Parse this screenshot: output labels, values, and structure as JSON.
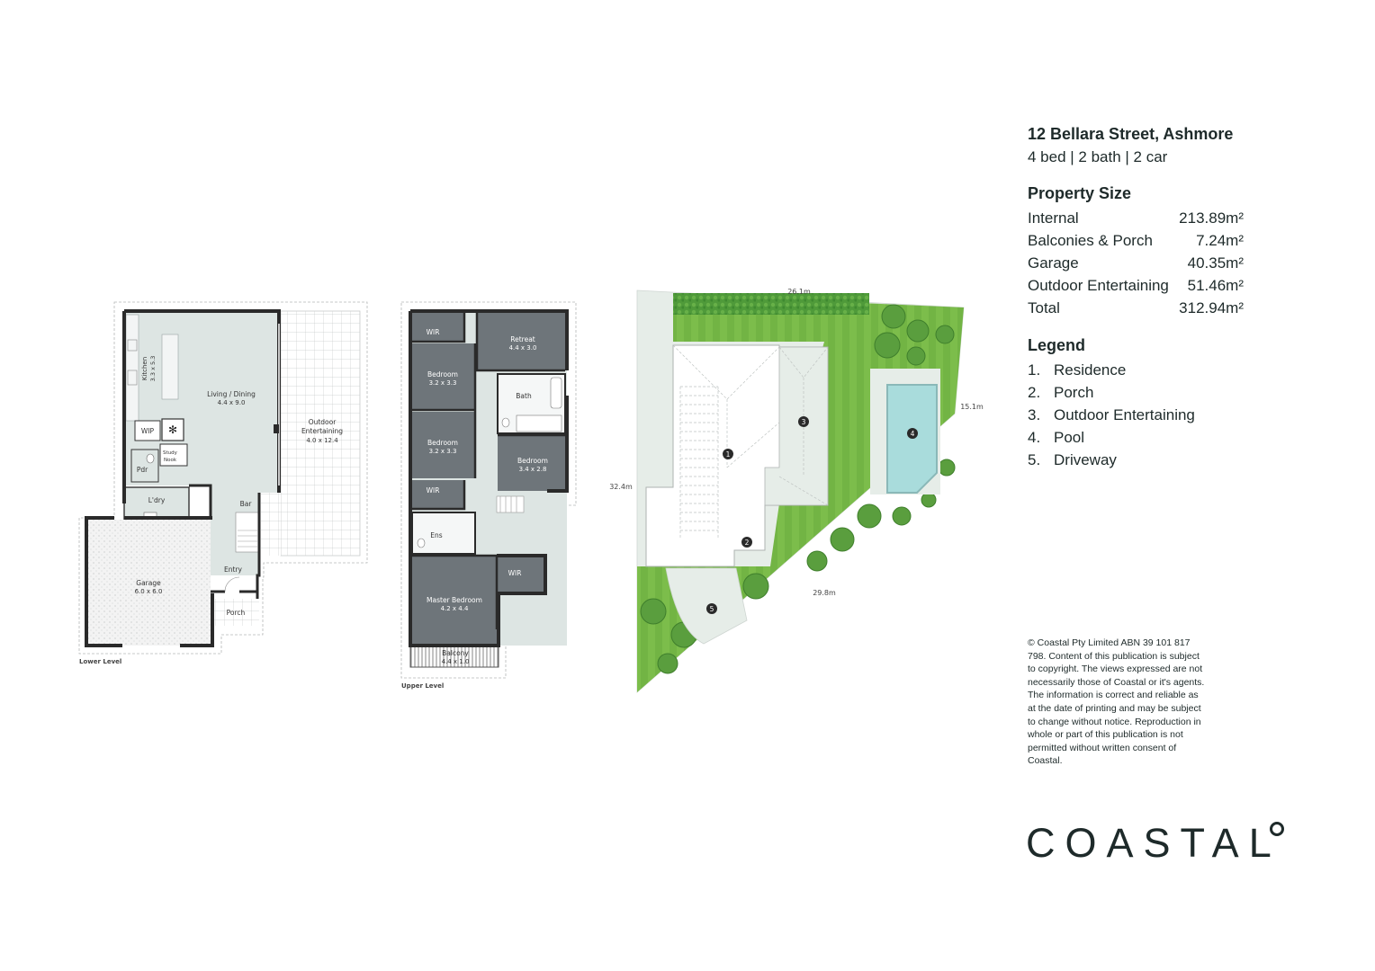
{
  "property": {
    "address": "12 Bellara Street, Ashmore",
    "summary": "4 bed | 2 bath | 2 car"
  },
  "sizes": {
    "heading": "Property Size",
    "rows": [
      {
        "label": "Internal",
        "value": "213.89m²"
      },
      {
        "label": "Balconies & Porch",
        "value": "7.24m²"
      },
      {
        "label": "Garage",
        "value": "40.35m²"
      },
      {
        "label": "Outdoor Entertaining",
        "value": "51.46m²"
      },
      {
        "label": "Total",
        "value": "312.94m²"
      }
    ]
  },
  "legend": {
    "heading": "Legend",
    "items": [
      {
        "num": "1.",
        "label": "Residence"
      },
      {
        "num": "2.",
        "label": "Porch"
      },
      {
        "num": "3.",
        "label": "Outdoor Entertaining"
      },
      {
        "num": "4.",
        "label": "Pool"
      },
      {
        "num": "5.",
        "label": "Driveway"
      }
    ]
  },
  "copyright": "© Coastal Pty Limited ABN 39 101 817 798. Content of this publication is subject to copyright. The views expressed are not necessarily those of Coastal or it's agents. The information is correct and reliable as at the date of printing and may be subject to change without notice. Reproduction in whole or part of this publication is not permitted without written consent of Coastal.",
  "logo": "COASTAL",
  "lower": {
    "caption": "Lower Level",
    "kitchen": "Kitchen",
    "kitchen_dim": "3.3 x 5.3",
    "living": "Living / Dining",
    "living_dim": "4.4 x 9.0",
    "outdoor": "Outdoor",
    "outdoor2": "Entertaining",
    "outdoor_dim": "4.0 x 12.4",
    "wip": "WIP",
    "study": "Study",
    "nook": "Nook",
    "pdr": "Pdr",
    "ldry": "L'dry",
    "bar": "Bar",
    "entry": "Entry",
    "garage": "Garage",
    "garage_dim": "6.0 x 6.0",
    "porch": "Porch"
  },
  "upper": {
    "caption": "Upper Level",
    "wir": "WIR",
    "retreat": "Retreat",
    "retreat_dim": "4.4 x 3.0",
    "bed1": "Bedroom",
    "bed1_dim": "3.2 x 3.3",
    "bath": "Bath",
    "bed2": "Bedroom",
    "bed2_dim": "3.2 x 3.3",
    "bed3": "Bedroom",
    "bed3_dim": "3.4 x 2.8",
    "ens": "Ens",
    "master": "Master Bedroom",
    "master_dim": "4.2 x 4.4",
    "balcony": "Balcony",
    "balcony_dim": "4.4 x 1.0"
  },
  "site": {
    "dim_top": "26.1m",
    "dim_left": "32.4m",
    "dim_right": "15.1m",
    "dim_bottom": "29.8m",
    "markers": [
      "1",
      "2",
      "3",
      "4",
      "5"
    ]
  },
  "colors": {
    "room_grey": "#6e757a",
    "floor_light": "#dde5e3",
    "lawn": "#7cbd4b",
    "pool": "#a9dcdc",
    "text_dark": "#1e2a2a"
  }
}
